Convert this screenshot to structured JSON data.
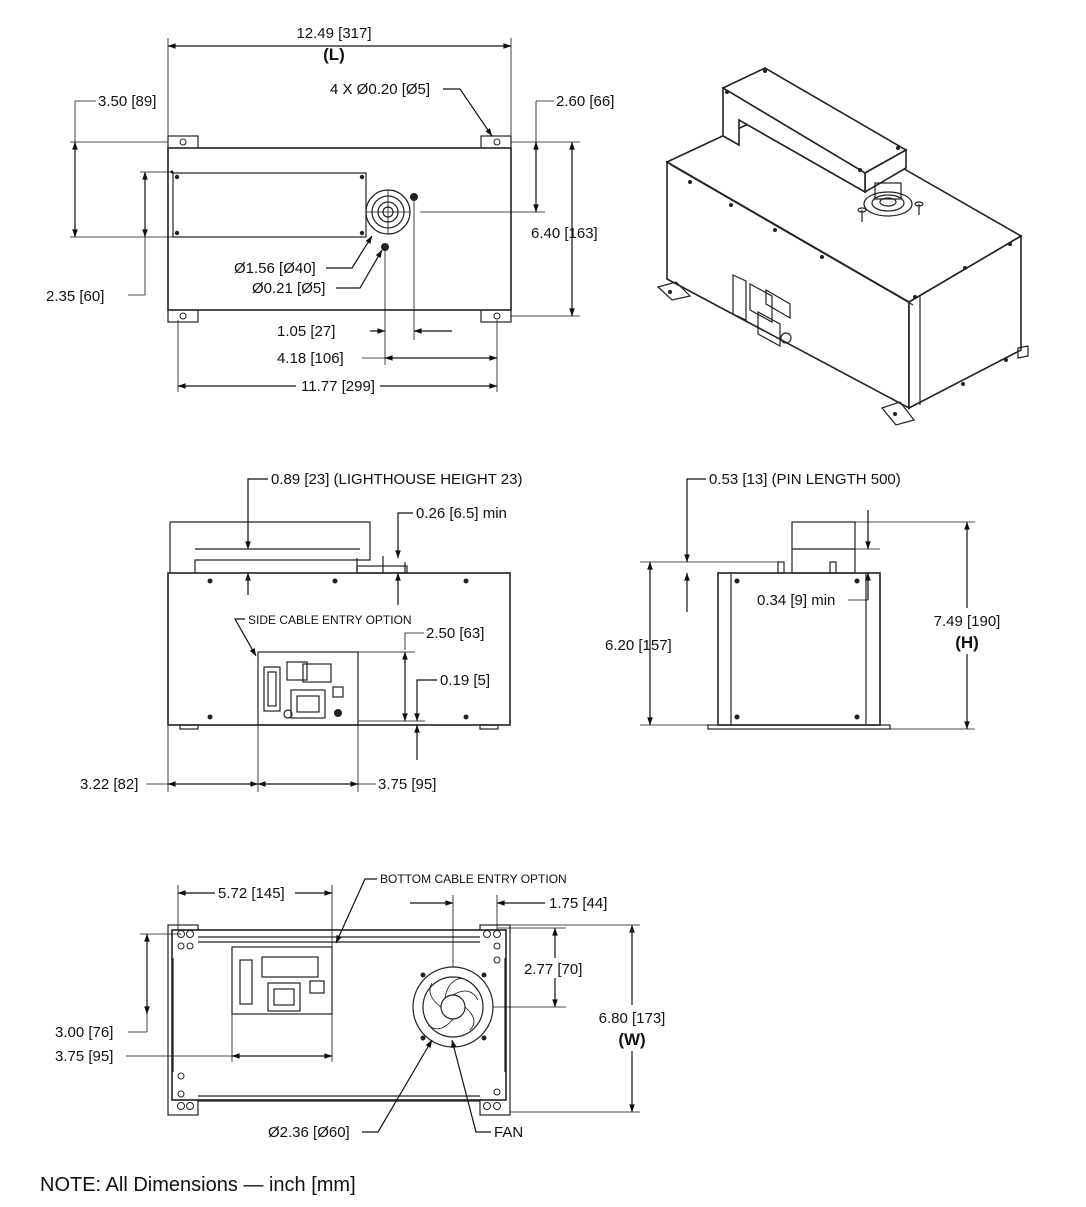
{
  "top_view": {
    "length": "12.49 [317]",
    "length_tag": "(L)",
    "mount_holes": "4 X Ø0.20 [Ø5]",
    "dim_3_50": "3.50 [89]",
    "dim_2_60": "2.60 [66]",
    "dim_6_40": "6.40 [163]",
    "dim_2_35": "2.35 [60]",
    "port_dia": "Ø1.56 [Ø40]",
    "pin_dia": "Ø0.21 [Ø5]",
    "dim_1_05": "1.05 [27]",
    "dim_4_18": "4.18 [106]",
    "dim_11_77": "11.77 [299]"
  },
  "side_view": {
    "lighthouse": "0.89 [23] (LIGHTHOUSE HEIGHT 23)",
    "dim_0_26": "0.26 [6.5] min",
    "side_cable": "SIDE CABLE ENTRY OPTION",
    "dim_2_50": "2.50 [63]",
    "dim_0_19": "0.19 [5]",
    "dim_3_22": "3.22 [82]",
    "dim_3_75": "3.75 [95]"
  },
  "end_view": {
    "pin_length": "0.53 [13] (PIN LENGTH 500)",
    "dim_6_20": "6.20 [157]",
    "dim_0_34": "0.34 [9] min",
    "height": "7.49 [190]",
    "height_tag": "(H)"
  },
  "bottom_view": {
    "dim_5_72": "5.72 [145]",
    "bottom_cable": "BOTTOM CABLE ENTRY OPTION",
    "dim_1_75": "1.75 [44]",
    "dim_2_77": "2.77 [70]",
    "width": "6.80 [173]",
    "width_tag": "(W)",
    "dim_3_00": "3.00 [76]",
    "dim_3_75": "3.75 [95]",
    "fan_dia": "Ø2.36 [Ø60]",
    "fan": "FAN"
  },
  "note": "NOTE: All Dimensions — inch [mm]"
}
